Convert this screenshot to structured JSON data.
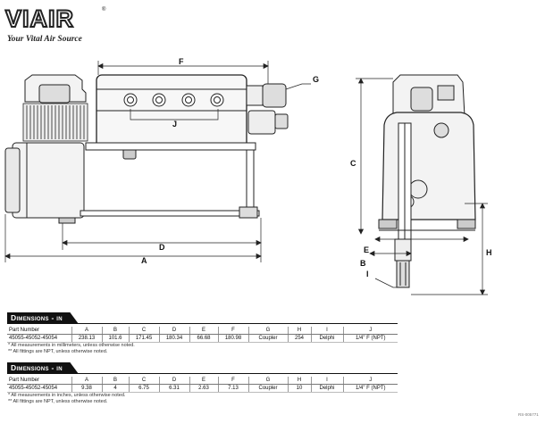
{
  "brand": {
    "logo_text": "VIAIR",
    "registered_mark": "®",
    "tagline": "Your Vital Air Source"
  },
  "dimension_labels": {
    "A": "A",
    "B": "B",
    "C": "C",
    "D": "D",
    "E": "E",
    "F": "F",
    "G": "G",
    "H": "H",
    "I": "I",
    "J": "J"
  },
  "tables": [
    {
      "title": "Dimensions - in",
      "columns": [
        "Part Number",
        "A",
        "B",
        "C",
        "D",
        "E",
        "F",
        "G",
        "H",
        "I",
        "J"
      ],
      "rows": [
        [
          "45055-45052-45054",
          "238.13",
          "101.6",
          "171.45",
          "180.34",
          "66.68",
          "180.98",
          "Coupler",
          "254",
          "Delphi",
          "1/4\" F (NPT)"
        ]
      ],
      "notes": [
        "* All measurements in millimeters, unless otherwise noted.",
        "** All fittings are NPT, unless otherwise noted."
      ]
    },
    {
      "title": "Dimensions - in",
      "columns": [
        "Part Number",
        "A",
        "B",
        "C",
        "D",
        "E",
        "F",
        "G",
        "H",
        "I",
        "J"
      ],
      "rows": [
        [
          "45055-45052-45054",
          "9.38",
          "4",
          "6.75",
          "6.31",
          "2.63",
          "7.13",
          "Coupler",
          "10",
          "Delphi",
          "1/4\" F (NPT)"
        ]
      ],
      "notes": [
        "* All measurements in inches, unless otherwise noted.",
        "** All fittings are NPT, unless otherwise noted."
      ]
    }
  ],
  "reference_code": "RS-005771"
}
